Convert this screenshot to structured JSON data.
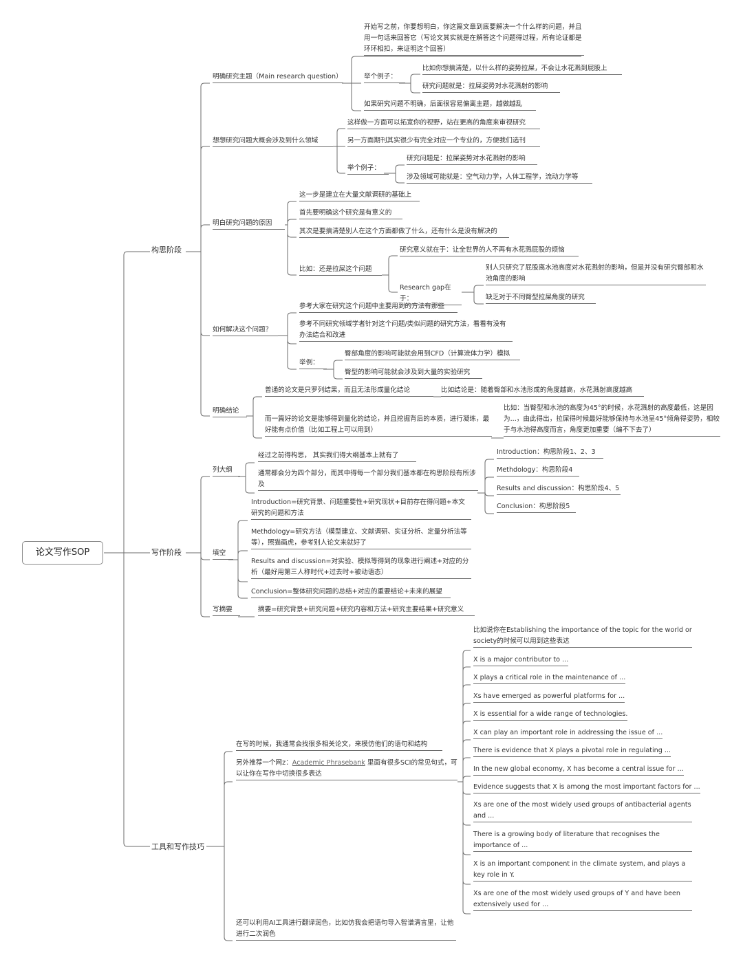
{
  "root": "论文写作SOP",
  "stages": [
    {
      "label": "构思阶段",
      "children": [
        {
          "label": "明确研究主题（Main research question）",
          "items": [
            "开始写之前，你要想明白，你这篇文章到底要解决一个什么样的问题，并且用一句话来回答它（写论文其实就是在解答这个问题得过程，所有论证都是环环相扣，来证明这个回答）",
            "举个例子：",
            "比如你想搞清楚，以什么样的姿势拉屎，不会让水花溅到屁股上",
            "研究问题就是：拉屎姿势对水花溅射的影响",
            "如果研究问题不明确，后面很容易偏离主题，越做越乱"
          ]
        },
        {
          "label": "想想研究问题大概会涉及到什么领域",
          "items": [
            "这样做一方面可以拓宽你的视野，站在更高的角度来审视研究",
            "另一方面期刊其实很少有完全对应一个专业的，方便我们选刊",
            "举个例子：",
            "研究问题是：拉屎姿势对水花溅射的影响",
            "涉及领域可能就是：空气动力学，人体工程学，流动力学等"
          ]
        },
        {
          "label": "明白研究问题的原因",
          "items": [
            "这一步是建立在大量文献调研的基础上",
            "首先要明确这个研究是有意义的",
            "其次是要搞清楚别人在这个方面都做了什么，还有什么是没有解决的",
            "比如：还是拉屎这个问题",
            "研究意义就在于：让全世界的人不再有水花溅屁股的烦恼",
            "Research gap在于：",
            "别人只研究了屁股离水池高度对水花溅射的影响，但是并没有研究臀部和水池角度的影响",
            "缺乏对于不同臀型拉屎角度的研究"
          ]
        },
        {
          "label": "如何解决这个问题？",
          "items": [
            "参考大家在研究这个问题中主要用到的方法有那些",
            "参考不同研究领域学者针对这个问题/类似问题的研究方法，看看有没有办法结合和改进",
            "举例：",
            "臀部角度的影响可能就会用到CFD（计算流体力学）模拟",
            "臀型的影响可能就会涉及到大量的实验研究"
          ]
        },
        {
          "label": "明确结论",
          "items": [
            "普通的论文是只罗列结果，而且无法形成量化结论",
            "比如结论是：随着臀部和水池形成的角度越高，水花溅射高度越高",
            "而一篇好的论文是能够得到量化的结论，并且挖掘背后的本质，进行凝练，最好能有点价值（比如工程上可以用到）",
            "比如：当臀型和水池的高度为45°的时候，水花溅射的高度最低，这是因为...，由此得出，拉屎得时候最好能够保持与水池呈45°倾角得姿势，相较于与水池得高度而言，角度更加重要（编不下去了）"
          ]
        }
      ]
    },
    {
      "label": "写作阶段",
      "children": [
        {
          "label": "列大纲",
          "items": [
            "经过之前得构思， 其实我们得大纲基本上就有了",
            "通常都会分为四个部分，而其中得每一个部分我们基本都在构思阶段有所涉及",
            "Introduction：构思阶段1、2、3",
            "Methdology：构思阶段4",
            "Results and discussion：构思阶段4、5",
            "Conclusion：构思阶段5"
          ]
        },
        {
          "label": "填空",
          "items": [
            "Introduction=研究背景、问题重要性+研究现状+目前存在得问题+本文研究的问题和方法",
            "Methdology=研究方法（模型建立、文献调研、实证分析、定量分析法等等），照猫画虎，参考别人论文来就好了",
            "Results and discussion=对实验、模拟等得到的现象进行阐述+对应的分析（最好用第三人称时代+过去时+被动语态）",
            "Conclusion=整体研究问题的总结+对应的重要结论+未来的展望"
          ]
        },
        {
          "label": "写摘要",
          "items": [
            "摘要=研究背景+研究问题+研究内容和方法+研究主要结果+研究意义"
          ]
        }
      ]
    },
    {
      "label": "工具和写作技巧",
      "items": [
        "在写的时候，我通常会找很多相关论文，来模仿他们的语句和结构",
        "另外推荐一个网z：",
        "Academic Phrasebank",
        "里面有很多SCI的常见句式，可以让你在写作中切换很多表达",
        "还可以利用AI工具进行翻译润色，比如仿我会把语句导入智谱清言里，让他进行二次润色"
      ],
      "phrases": [
        "比如说你在Establishing the importance of the topic for the world or society的时候可以用到这些表达",
        "X is a major contributor to ...",
        "X plays a critical role in the maintenance of ...",
        "Xs have emerged as powerful platforms for ...",
        "X is essential for a wide range of technologies.",
        "X can play an important role in addressing the issue of ...",
        "There is evidence that X plays a pivotal role in regulating ...",
        "In the new global economy, X has become a central issue for ...",
        "Evidence suggests that X is among the most important factors for ...",
        "Xs are one of the most widely used groups of antibacterial agents and ...",
        "There is a growing body of literature that recognises the importance of ...",
        "X is an important component in the climate system, and plays a key role in Y.",
        "Xs are one of the most widely used groups of Y and have been extensively used for ..."
      ]
    }
  ],
  "colors": {
    "line": "#6b6b6b",
    "text": "#333333",
    "root_border": "#888888"
  }
}
